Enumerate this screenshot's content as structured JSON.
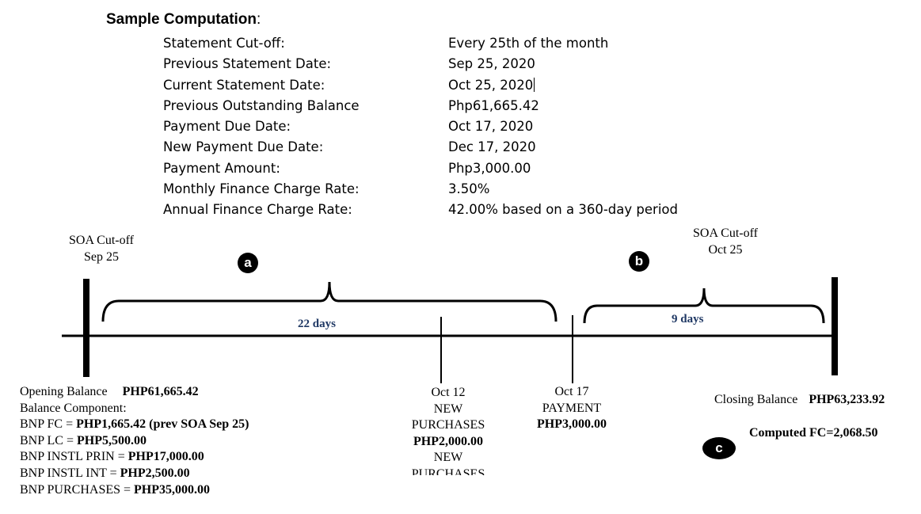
{
  "heading": {
    "title": "Sample Computation",
    "colon": ":"
  },
  "params": [
    {
      "label": "Statement Cut-off:",
      "value": "Every 25th of the month"
    },
    {
      "label": "Previous Statement Date:",
      "value": "Sep 25, 2020"
    },
    {
      "label": "Current Statement Date:",
      "value": "Oct 25, 2020"
    },
    {
      "label": "Previous Outstanding Balance",
      "value": "Php61,665.42"
    },
    {
      "label": "Payment Due Date:",
      "value": "Oct 17, 2020"
    },
    {
      "label": "New Payment Due Date:",
      "value": "Dec 17, 2020"
    },
    {
      "label": "Payment Amount:",
      "value": "Php3,000.00"
    },
    {
      "label": "Monthly Finance Charge Rate:",
      "value": "3.50%"
    },
    {
      "label": "Annual Finance Charge Rate:",
      "value": "42.00% based on a 360-day period"
    }
  ],
  "timeline": {
    "left_cutoff": {
      "line1": "SOA Cut-off",
      "line2": "Sep 25"
    },
    "right_cutoff": {
      "line1": "SOA Cut-off",
      "line2": "Oct 25"
    },
    "period_a": {
      "marker": "a",
      "days": "22 days"
    },
    "period_b": {
      "marker": "b",
      "days": "9 days"
    },
    "marker_c": "c",
    "oct12": {
      "date": "Oct 12",
      "l1": "NEW",
      "l2": "PURCHASES",
      "amount": "PHP2,000.00",
      "l3": "NEW",
      "l4": "PURCHASES"
    },
    "oct17": {
      "date": "Oct 17",
      "l1": "PAYMENT",
      "amount": "PHP3,000.00"
    }
  },
  "opening": {
    "label": "Opening Balance",
    "amount": "PHP61,665.42",
    "component_label": "Balance Component:",
    "lines": [
      {
        "label": "BNP FC = ",
        "value": "PHP1,665.42 (prev SOA Sep 25)"
      },
      {
        "label": "BNP LC = ",
        "value": "PHP5,500.00"
      },
      {
        "label": "BNP INSTL PRIN = ",
        "value": "PHP17,000.00"
      },
      {
        "label": "BNP INSTL INT = ",
        "value": "PHP2,500.00"
      },
      {
        "label": "BNP PURCHASES = ",
        "value": "PHP35,000.00"
      }
    ]
  },
  "closing": {
    "label": "Closing Balance",
    "amount": "PHP63,233.92",
    "computed_fc": "Computed FC=2,068.50"
  }
}
